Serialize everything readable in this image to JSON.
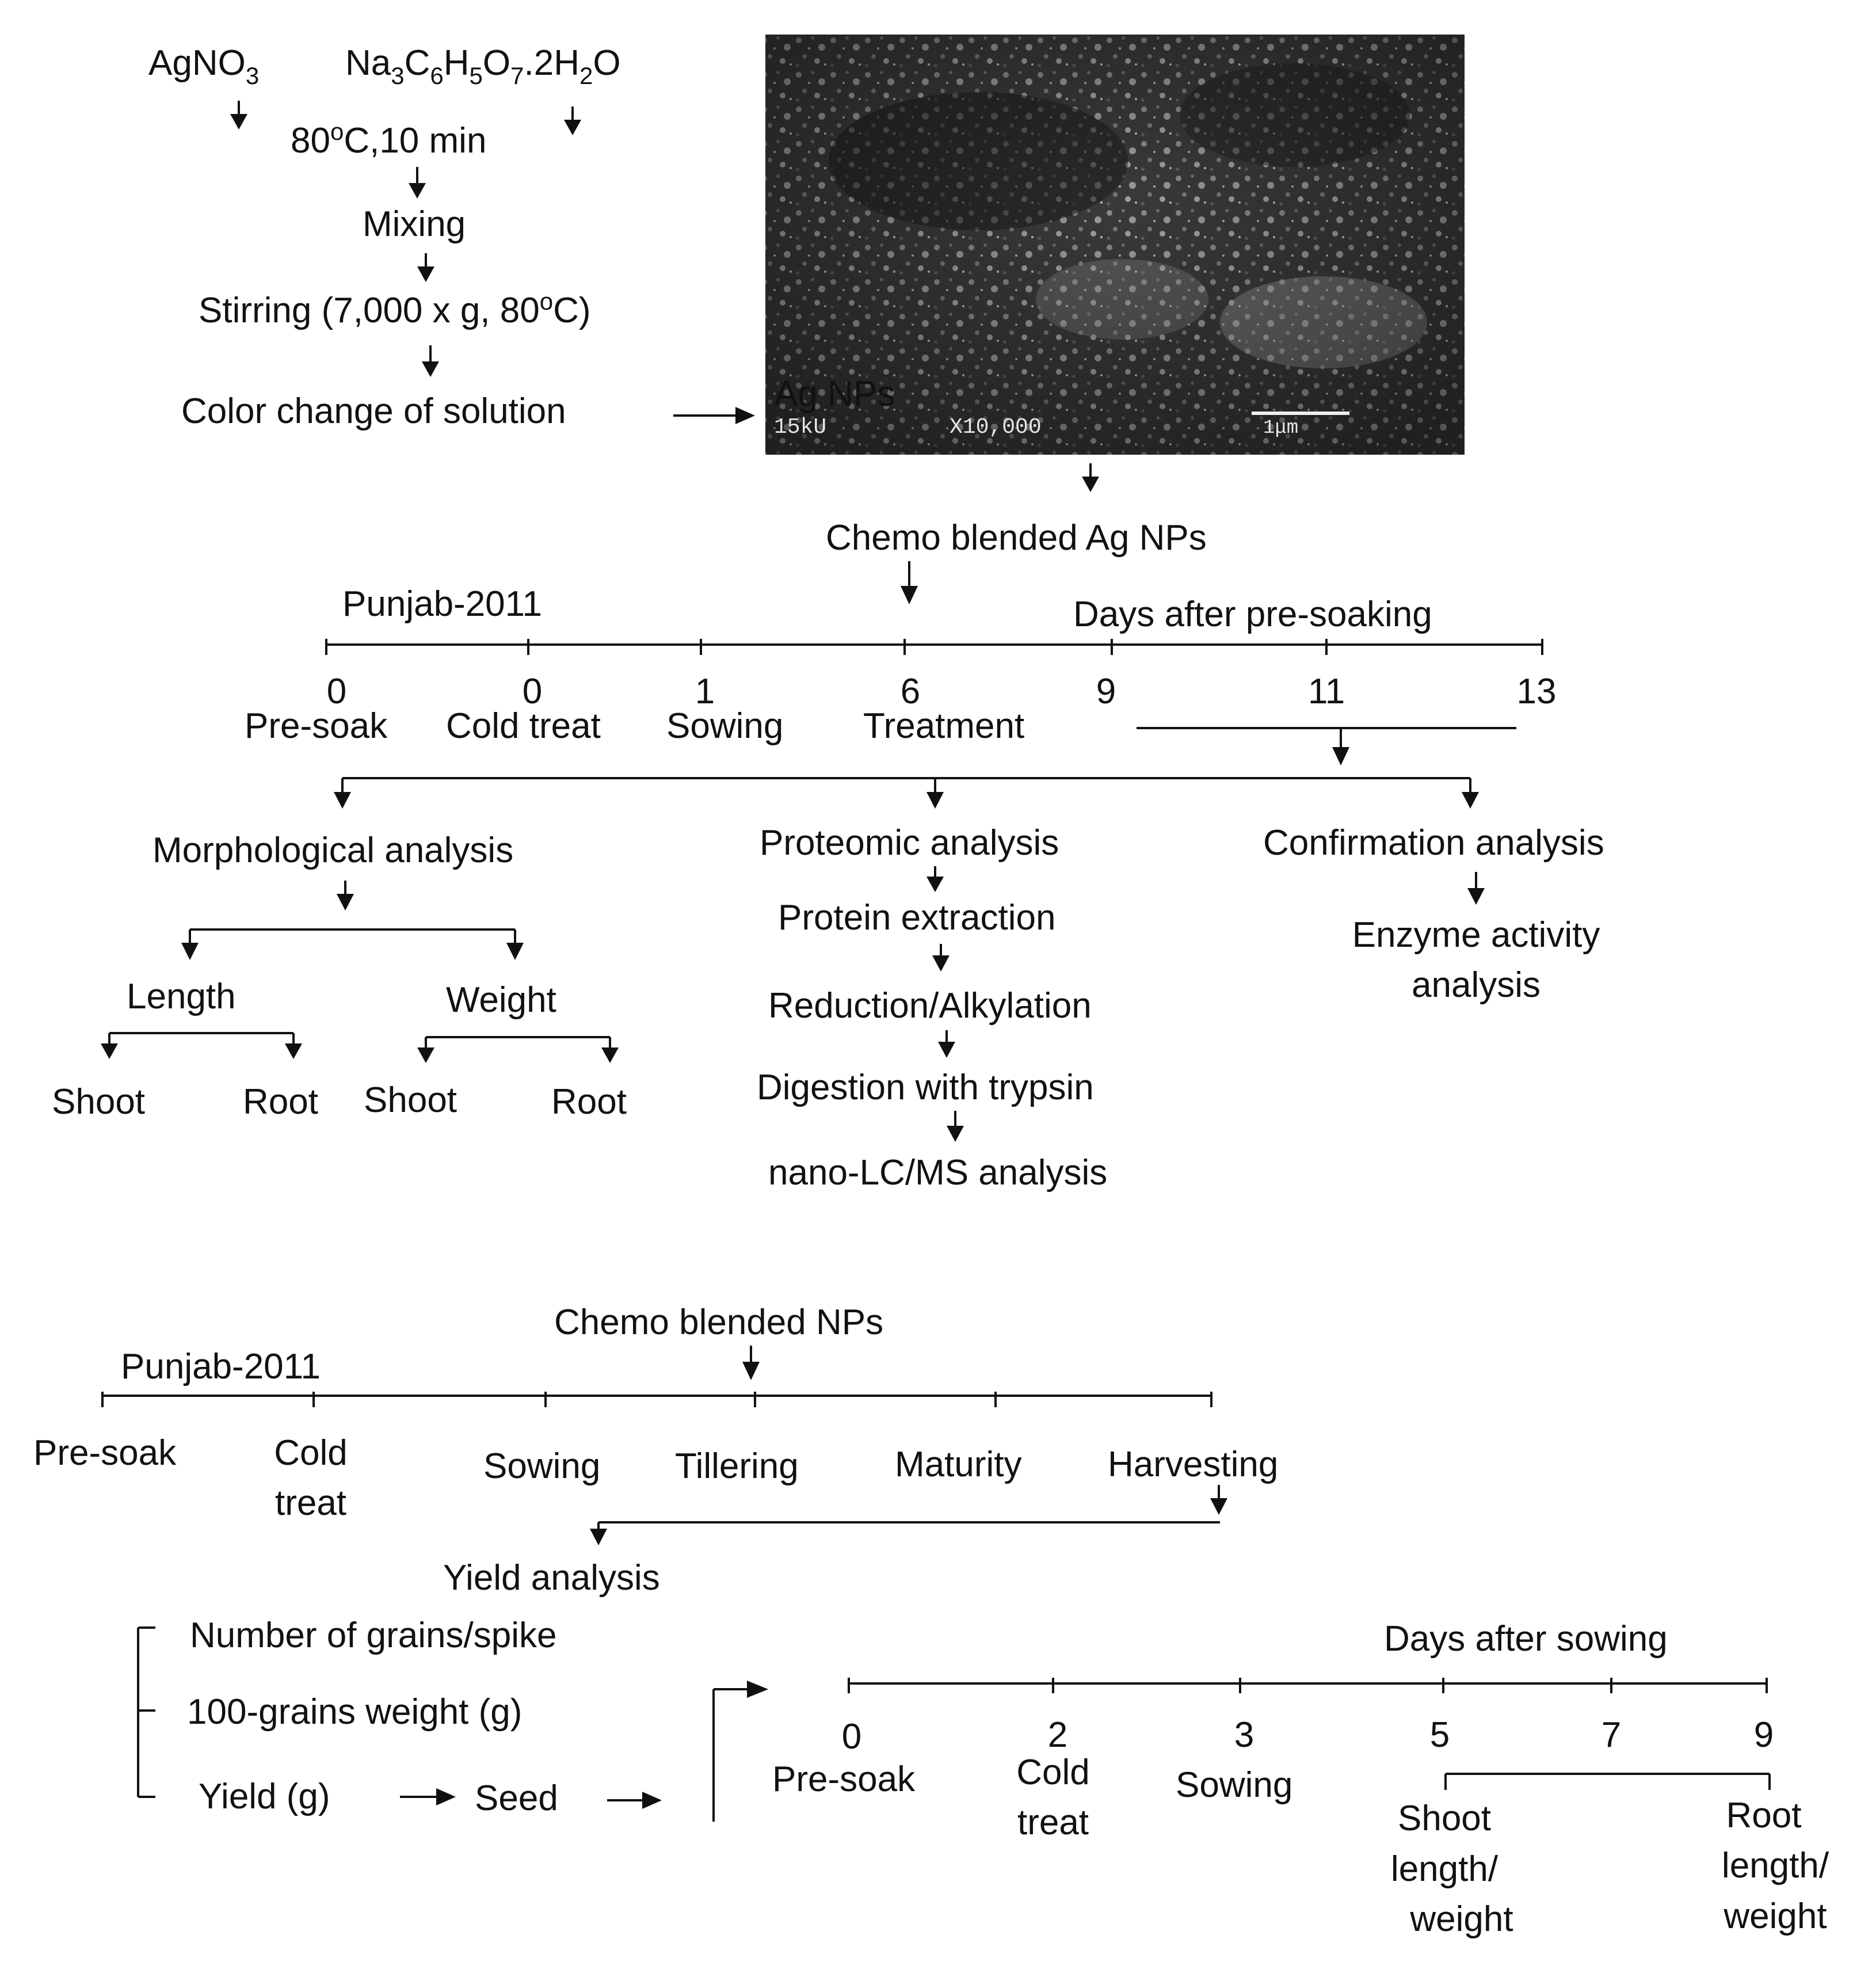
{
  "synthesis": {
    "reagent1": "AgNO3",
    "reagent2": "Na3C6H5O7.2H2O",
    "step1": "80oC,10 min",
    "step2": "Mixing",
    "step3": "Stirring (7,000 x g, 80oC)",
    "step4": "Color change of solution"
  },
  "sem_image": {
    "label": "Ag NPs",
    "voltage": "15kU",
    "magnification": "X10,000",
    "scale": "1μm"
  },
  "experiment1": {
    "nanoparticle_label": "Chemo blended  Ag NPs",
    "variety": "Punjab-2011",
    "axis_label": "Days after pre-soaking",
    "days": [
      "0",
      "0",
      "1",
      "6",
      "9",
      "11",
      "13"
    ],
    "stages": [
      "Pre-soak",
      "Cold treat",
      "Sowing",
      "Treatment"
    ],
    "morphological": {
      "title": "Morphological analysis",
      "length": "Length",
      "weight": "Weight",
      "shoot": "Shoot",
      "root": "Root"
    },
    "proteomic": {
      "title": "Proteomic analysis",
      "steps": [
        "Protein extraction",
        "Reduction/Alkylation",
        "Digestion with trypsin",
        "nano-LC/MS analysis"
      ]
    },
    "confirmation": {
      "title": "Confirmation  analysis",
      "enzyme_line1": "Enzyme  activity",
      "enzyme_line2": "analysis"
    }
  },
  "experiment2": {
    "nanoparticle_label": "Chemo blended NPs",
    "variety": "Punjab-2011",
    "stages": [
      "Pre-soak",
      "Cold",
      "treat",
      "Sowing",
      "Tillering",
      "Maturity",
      "Harvesting"
    ],
    "yield": {
      "title": "Yield analysis",
      "items": [
        "Number  of grains/spike",
        "100-grains weight (g)",
        "Yield (g)"
      ],
      "seed": "Seed"
    }
  },
  "experiment3": {
    "axis_label": "Days after sowing",
    "days": [
      "0",
      "2",
      "3",
      "5",
      "7",
      "9"
    ],
    "stages": [
      "Pre-soak",
      "Cold",
      "treat",
      "Sowing"
    ],
    "shoot": [
      "Shoot",
      "length/",
      "weight"
    ],
    "root": [
      "Root",
      "length/",
      "weight"
    ]
  }
}
